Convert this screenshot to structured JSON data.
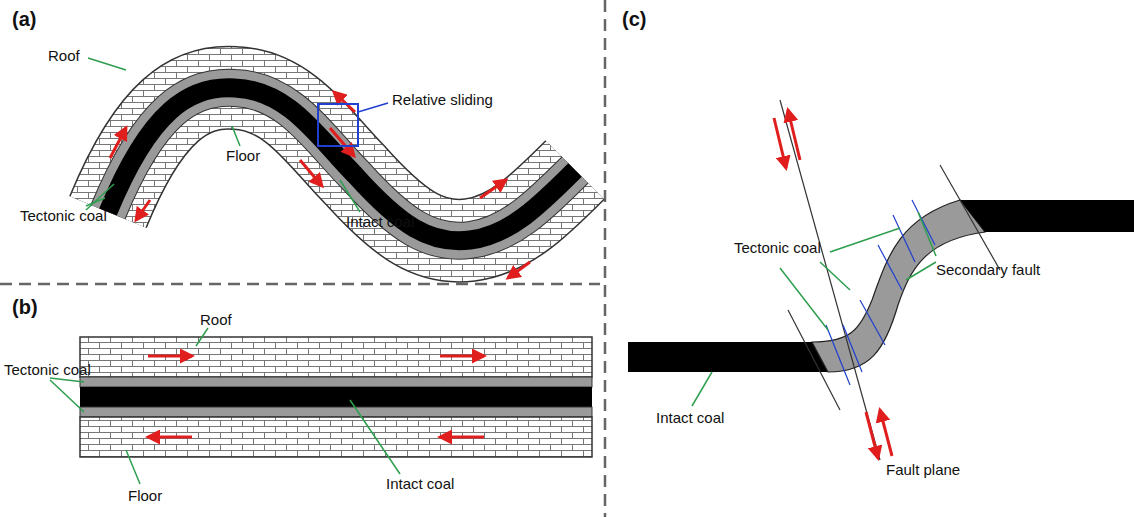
{
  "diagram": {
    "labels": [
      "(a)",
      "Roof",
      "Relative sliding",
      "Floor",
      "Tectonic coal",
      "Intact coal",
      "(b)",
      "Tectonic coal",
      "Roof",
      "Intact coal",
      "Floor",
      "(c)",
      "Tectonic coal",
      "Secondary fault",
      "Intact coal",
      "Fault plane"
    ]
  }
}
